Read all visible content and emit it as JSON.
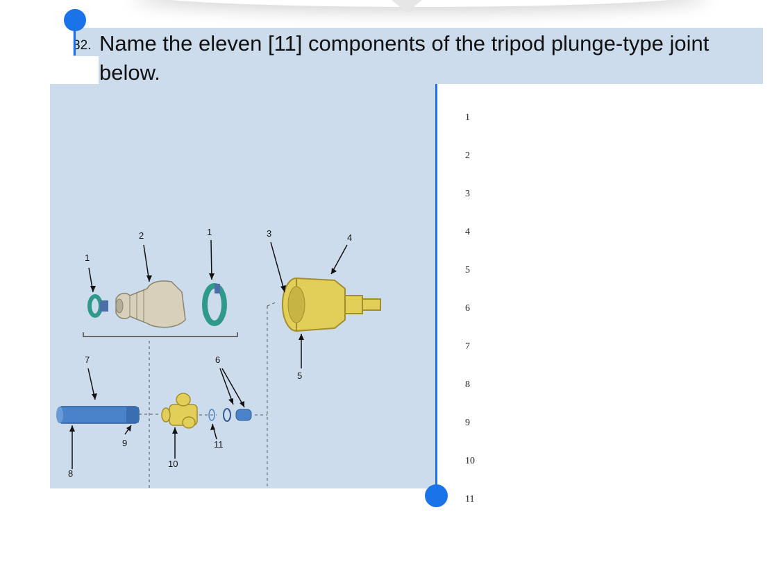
{
  "question": {
    "number": "32.",
    "text": "Name the eleven [11] components of the tripod plunge-type joint below."
  },
  "diagram_labels": [
    "1",
    "2",
    "1",
    "3",
    "4",
    "5",
    "6",
    "7",
    "8",
    "9",
    "10",
    "11"
  ],
  "answer_list": [
    "1",
    "2",
    "3",
    "4",
    "5",
    "6",
    "7",
    "8",
    "9",
    "10",
    "11"
  ],
  "colors": {
    "selection": "#cddcec",
    "handle": "#1a73e8",
    "joint_yellow": "#e2cf5a",
    "shaft_blue": "#4a83c9",
    "clamp_green": "#2f9a8c",
    "boot_beige": "#d8d0bb"
  }
}
